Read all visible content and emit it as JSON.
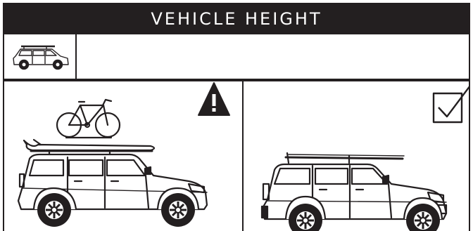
{
  "header": {
    "title": "VEHICLE HEIGHT"
  },
  "icons": {
    "thumbnail": "suv-with-roof-rack-icon",
    "left_panel_badge": "warning-triangle-icon",
    "right_panel_badge": "checkbox-checked-icon",
    "left_panel_scene": "suv-with-bike-and-surfboard-illustration",
    "right_panel_scene": "suv-with-roof-rack-illustration"
  },
  "colors": {
    "ink": "#231f20",
    "background": "#ffffff"
  }
}
